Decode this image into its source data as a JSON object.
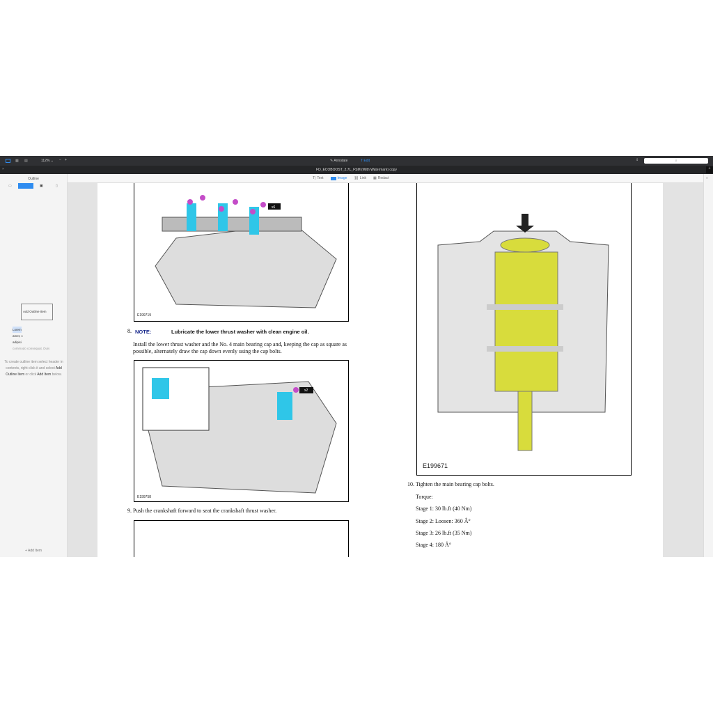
{
  "toolbar": {
    "zoom": "112%",
    "annotate": "Annotate",
    "edit": "Edit",
    "search_placeholder": ""
  },
  "tab": {
    "title": "FD_ECOBOOST_2.7L_FSM (With Watermark) copy"
  },
  "sidebar": {
    "title": "Outline",
    "context_menu_item": "Add Outline Item",
    "preview_lines": [
      "Lorem",
      "amet, c",
      "adipisi",
      "commodo consequat. Duis"
    ],
    "hint_pre": "To create outline item select header in contents, right click it and select ",
    "hint_bold1": "Add Outline Item",
    "hint_mid": " or click ",
    "hint_bold2": "Add Item",
    "hint_post": " below.",
    "add_item": "+ Add Item"
  },
  "edit_tools": {
    "text": "Text",
    "image": "Image",
    "link": "Link",
    "redact": "Redact"
  },
  "left_page": {
    "fig1_label": "E199719",
    "fig1_callout": "x6",
    "step8_num": "8.",
    "step8_note": "NOTE:",
    "step8_note_text": "Lubricate the lower thrust washer with clean engine oil.",
    "step8_para": "Install the lower thrust washer and the No. 4 main bearing cap and, keeping the cap as square as possible, alternately draw the cap down evenly using the cap bolts.",
    "fig2_label": "E199758",
    "fig2_callout": "x2",
    "step9": "9. Push the crankshaft forward to seat the crankshaft thrust washer."
  },
  "right_page": {
    "fig_label": "E199671",
    "step10": "10. Tighten the main bearing cap bolts.",
    "torque": "Torque:",
    "stages": [
      "Stage 1: 30 lb.ft (40 Nm)",
      "Stage 2: Loosen: 360 Â°",
      "Stage 3: 26 lb.ft (35 Nm)",
      "Stage 4: 180 Â°"
    ]
  },
  "colors": {
    "accent": "#2f8cf0",
    "note": "#1a2a8c",
    "cap_highlight": "#2fc6e8",
    "bolt": "#c44cc8",
    "crank": "#d8dc3c"
  }
}
